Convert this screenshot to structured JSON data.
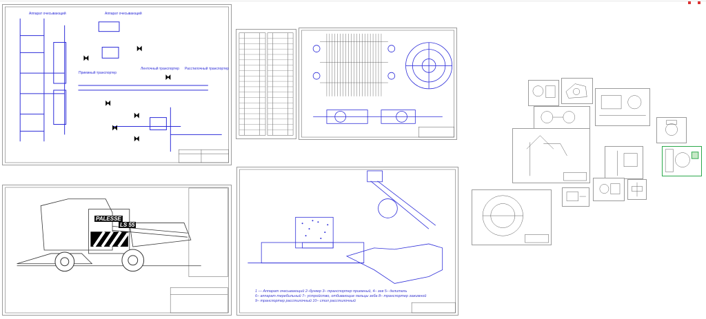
{
  "viewer": {
    "background": "#ffffff",
    "line_color": "#2b2bd8",
    "frame_color": "#9a9a9a"
  },
  "sheets": {
    "scheme": {
      "labels": {
        "a": "Аппарат очесывающий",
        "b": "Аппарат очесывающий",
        "c": "Приемный транспортер",
        "d": "Ленточный транспортер",
        "e": "Расстилочный транспортер"
      }
    },
    "combine": {
      "brand": "PALESSE",
      "model": "LS 55"
    },
    "assembly": {
      "legend": [
        "1 — Аппарат очесывающий 2–бункер 3– транспортер приемный, 4– зев 5– делитель",
        "6– аппарат теребильный 7– устройство, отбивающие пальцы зеба 8– транспортер зажимной",
        "9– транспортер расстилочный 10– стол расстилочный"
      ]
    }
  }
}
